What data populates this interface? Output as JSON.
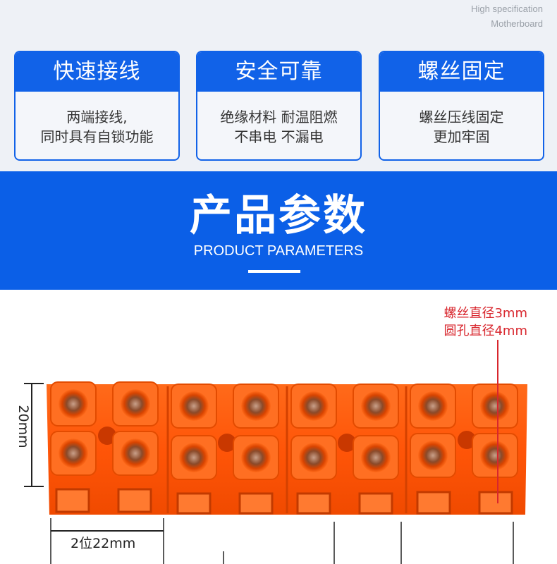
{
  "header": {
    "spec_line1": "High specification",
    "spec_line2": "Motherboard"
  },
  "features": [
    {
      "title": "快速接线",
      "line1": "两端接线,",
      "line2": "同时具有自锁功能"
    },
    {
      "title": "安全可靠",
      "line1": "绝缘材料 耐温阻燃",
      "line2": "不串电 不漏电"
    },
    {
      "title": "螺丝固定",
      "line1": "螺丝压线固定",
      "line2": "更加牢固"
    }
  ],
  "section": {
    "title": "产品参数",
    "subtitle": "PRODUCT PARAMETERS"
  },
  "annotations": {
    "screw_diameter": "螺丝直径3mm",
    "hole_diameter": "圆孔直径4mm",
    "height": "20mm",
    "width": "2位22mm"
  },
  "colors": {
    "brand_blue": "#0b5fe7",
    "terminal_orange": "#ff5a0a",
    "annotation_red": "#d8262d"
  },
  "image": {
    "description_icon": "terminal-block-photo"
  }
}
